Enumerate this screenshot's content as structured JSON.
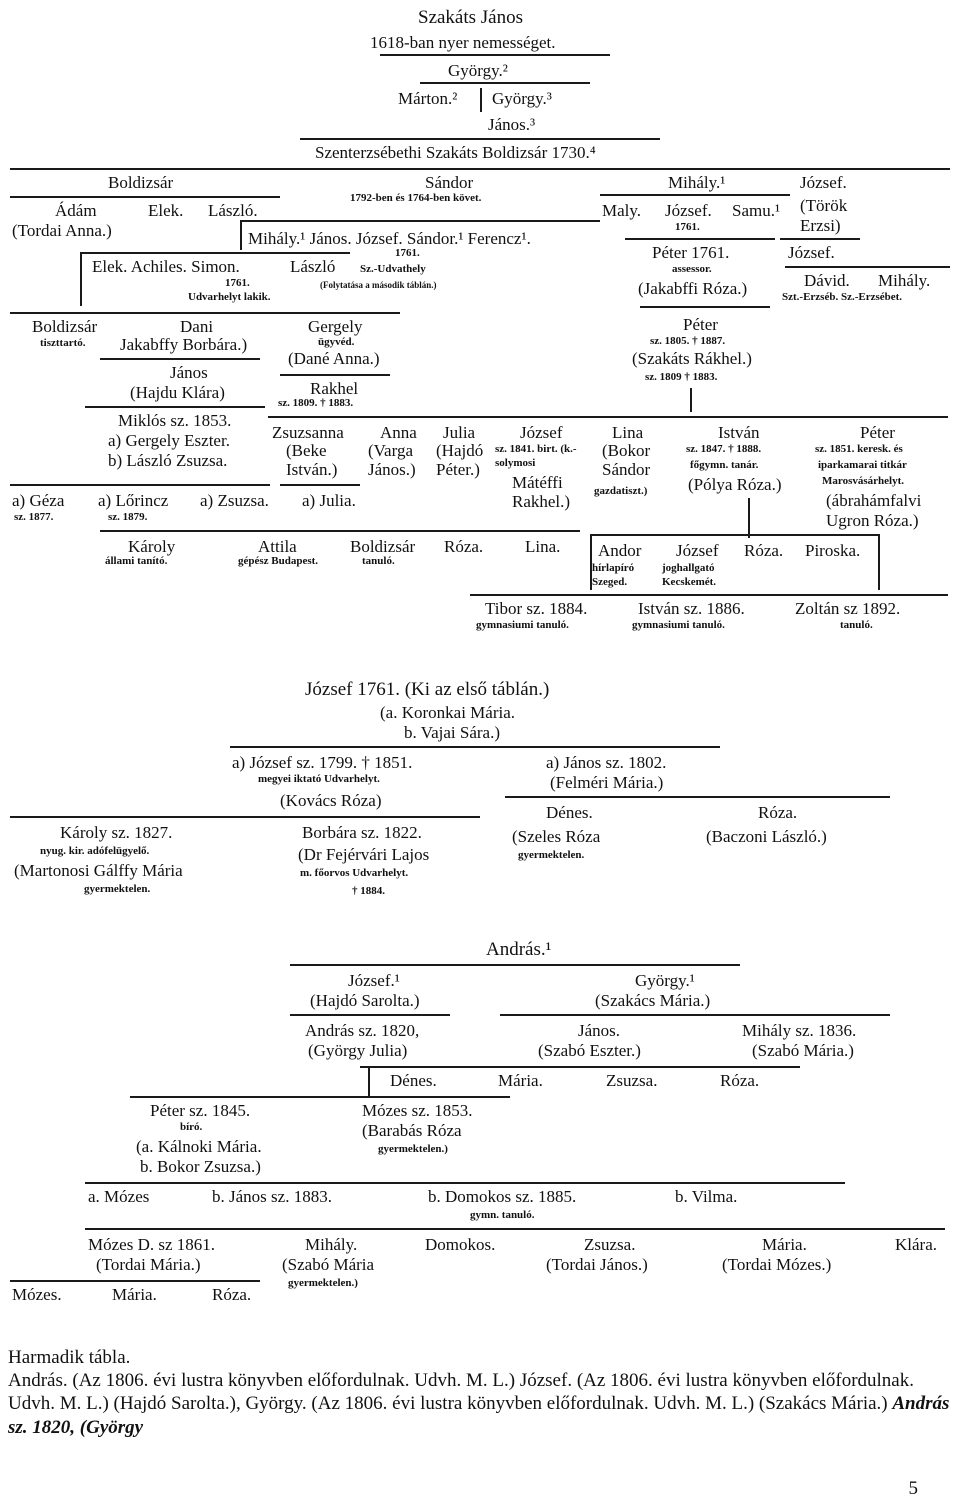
{
  "tree1": {
    "root": "Szakáts János",
    "root_note": "1618-ban nyer nemességet.",
    "gen2": "György.²",
    "gen3_a": "Márton.²",
    "gen3_b": "György.³",
    "gen4": "János.³",
    "gen5": "Szenterzsébethi Szakáts Boldizsár 1730.⁴",
    "boldizsar": "Boldizsár",
    "sandor": "Sándor",
    "sandor_note": "1792-ben és 1764-ben követ.",
    "mihaly": "Mihály.¹",
    "jozsef": "József.",
    "adam": "Ádám",
    "tordai_anna": "(Tordai Anna.)",
    "elek": "Elek.",
    "laszlo": "László.",
    "sandor_kids": "Mihály.¹ János. József. Sándor.¹ Ferencz¹.",
    "maly": "Maly.",
    "jozsef2": "József.",
    "jozsef2_yr": "1761.",
    "samu": "Samu.¹",
    "torok_erzsi": "(Török Erzsi)",
    "elek_row": "Elek. Achiles. Simon.",
    "laszlo2": "László",
    "laszlo2_yr": "1761.",
    "udvarhelyt_lakik": "Udvarhelyt lakik.",
    "jozsef_1761": "1761.",
    "sz_udvathely": "Sz.-Udvathely",
    "folytatas": "(Folytatása a második táblán.)",
    "peter_1761": "Péter 1761.",
    "assessor": "assessor.",
    "jakabffi_roza": "(Jakabffi Róza.)",
    "jozsef3": "József.",
    "david": "Dávid.",
    "mihaly2": "Mihály.",
    "szt_erzseb": "Szt.-Erzséb. Sz.-Erzsébet.",
    "boldizsar2": "Boldizsár",
    "tiszttarto": "tiszttartó.",
    "dani": "Dani",
    "jakabffy_borbara": "Jakabffy Borbára.)",
    "gergely": "Gergely",
    "ugyved": "ügyvéd.",
    "dane_anna": "(Dané Anna.)",
    "peter2": "Péter",
    "peter2_dates": "sz. 1805. † 1887.",
    "szakats_rakhel": "(Szakáts Rákhel.)",
    "szakats_rakhel_dates": "sz. 1809 † 1883.",
    "janos": "János",
    "hajdu_klara": "(Hajdu Klára)",
    "rakhel": "Rakhel",
    "rakhel_dates": "sz. 1809. † 1883.",
    "miklos": "Miklós sz. 1853.",
    "gergely_eszter": "a) Gergely Eszter.",
    "laszlo_zsuzsa": "b) László Zsuzsa.",
    "zsuzsanna": "Zsuzsanna",
    "beke_istvan": "(Beke István.)",
    "anna": "Anna",
    "varga_janos": "(Varga János.)",
    "julia": "Julia",
    "hajdo_peter": "(Hajdó Péter.)",
    "jozsef4": "József",
    "jozsef4_note": "sz. 1841. birt. (k.-solymosi",
    "mateffi_rakhel": "Mátéffi Rakhel.)",
    "lina": "Lina",
    "bokor_sandor": "(Bokor Sándor",
    "gazdatiszt": "gazdatiszt.)",
    "istvan": "István",
    "istvan_dates": "sz. 1847. † 1888.",
    "fogymn_tanar": "főgymn. tanár.",
    "polya_roza": "(Pólya Róza.)",
    "peter3": "Péter",
    "peter3_note": "sz. 1851. keresk. és",
    "iparkamarai": "iparkamarai titkár",
    "marosvasarhelyt": "Marosvásárhelyt.",
    "abrahamfalvi": "(ábrahámfalvi",
    "ugron_roza": "Ugron Róza.)",
    "geza": "a) Géza",
    "geza_yr": "sz. 1877.",
    "lorincz": "a) Lőrincz",
    "lorincz_yr": "sz. 1879.",
    "zsuzsa": "a) Zsuzsa.",
    "julia2": "a) Julia.",
    "karoly": "Károly",
    "karoly_note": "állami tanító.",
    "attila": "Attila",
    "attila_note": "gépész Budapest.",
    "boldizsar3": "Boldizsár",
    "boldizsar3_note": "tanuló.",
    "roza": "Róza.",
    "lina2": "Lina.",
    "andor": "Andor",
    "andor_note": "hírlapíró Szeged.",
    "jozsef5": "József",
    "jozsef5_note": "joghallgató Kecskemét.",
    "roza2": "Róza.",
    "piroska": "Piroska.",
    "tibor": "Tibor sz. 1884.",
    "tibor_note": "gymnasiumi tanuló.",
    "istvan2": "István sz. 1886.",
    "istvan2_note": "gymnasiumi tanuló.",
    "zoltan": "Zoltán sz 1892.",
    "zoltan_note": "tanuló."
  },
  "tree2": {
    "root": "József 1761. (Ki az első táblán.)",
    "wife_a": "(a. Koronkai Mária.",
    "wife_b": "b. Vajai Sára.)",
    "jozsef": "a) József sz. 1799. † 1851.",
    "jozsef_note": "megyei iktató Udvarhelyt.",
    "kovacs_roza": "(Kovács Róza)",
    "janos": "a) János sz. 1802.",
    "felmeri_maria": "(Felméri Mária.)",
    "karoly": "Károly sz. 1827.",
    "karoly_note": "nyug. kir. adófelügyelő.",
    "martonosi": "(Martonosi Gálffy Mária",
    "gyermektelen": "gyermektelen.",
    "borbara": "Borbára sz. 1822.",
    "fejervari": "(Dr Fejérvári Lajos",
    "fejervari_note": "m. főorvos Udvarhelyt.",
    "fejervari_death": "† 1884.",
    "denes": "Dénes.",
    "szeles_roza": "(Szeles Róza",
    "denes_note": "gyermektelen.",
    "roza": "Róza.",
    "baczoni": "(Baczoni László.)"
  },
  "tree3": {
    "root": "András.¹",
    "jozsef": "József.¹",
    "hajdo_sarolta": "(Hajdó Sarolta.)",
    "gyorgy": "György.¹",
    "szakacs_maria": "(Szakács Mária.)",
    "andras": "András sz. 1820,",
    "gyorgy_julia": "(György Julia)",
    "janos": "János.",
    "szabo_eszter": "(Szabó Eszter.)",
    "mihaly": "Mihály sz. 1836.",
    "szabo_maria": "(Szabó Mária.)",
    "denes": "Dénes.",
    "maria": "Mária.",
    "zsuzsa": "Zsuzsa.",
    "roza": "Róza.",
    "peter": "Péter sz. 1845.",
    "peter_note": "bíró.",
    "kalnoki": "(a. Kálnoki Mária.",
    "bokor_zsuzsa": "b. Bokor Zsuzsa.)",
    "mozes": "Mózes sz. 1853.",
    "barabas": "(Barabás Róza",
    "mozes_note": "gyermektelen.)",
    "a_mozes": "a. Mózes",
    "b_janos": "b. János sz. 1883.",
    "b_domokos": "b. Domokos sz. 1885.",
    "b_domokos_note": "gymn. tanuló.",
    "b_vilma": "b. Vilma.",
    "mozes_d": "Mózes D. sz 1861.",
    "tordai_maria": "(Tordai Mária.)",
    "mihaly2": "Mihály.",
    "szabo_maria2": "(Szabó Mária",
    "mihaly2_note": "gyermektelen.)",
    "domokos": "Domokos.",
    "zsuzsa2": "Zsuzsa.",
    "tordai_janos": "(Tordai János.)",
    "maria2": "Mária.",
    "tordai_mozes": "(Tordai Mózes.)",
    "klara": "Klára.",
    "mozes3": "Mózes.",
    "maria3": "Mária.",
    "roza3": "Róza."
  },
  "caption": {
    "title": "Harmadik tábla.",
    "text": "András. (Az 1806. évi lustra könyvben előfordulnak. Udvh. M. L.) József. (Az 1806. évi lustra könyvben előfordulnak. Udvh. M. L.) (Hajdó Sarolta.), György. (Az 1806. évi lustra könyvben előfordulnak. Udvh. M. L.) (Szakács Mária.)",
    "emph": "András sz. 1820, (György"
  },
  "page_number": "5"
}
